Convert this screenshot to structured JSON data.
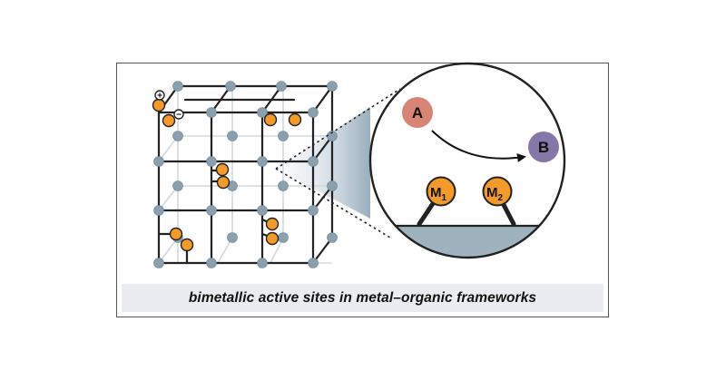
{
  "caption": "bimetallic active sites in metal–organic frameworks",
  "reaction": {
    "reactant": "A",
    "product": "B",
    "metal_1": {
      "base": "M",
      "sub": "1"
    },
    "metal_2": {
      "base": "M",
      "sub": "2"
    }
  },
  "charges": {
    "positive": "+",
    "negative": "−"
  },
  "colors": {
    "node": "#8aa0ae",
    "metal": "#f39a2a",
    "reactant": "#d98576",
    "product": "#8577a7",
    "surface": "#9fb3bf",
    "caption_bg": "#e9edf1"
  }
}
